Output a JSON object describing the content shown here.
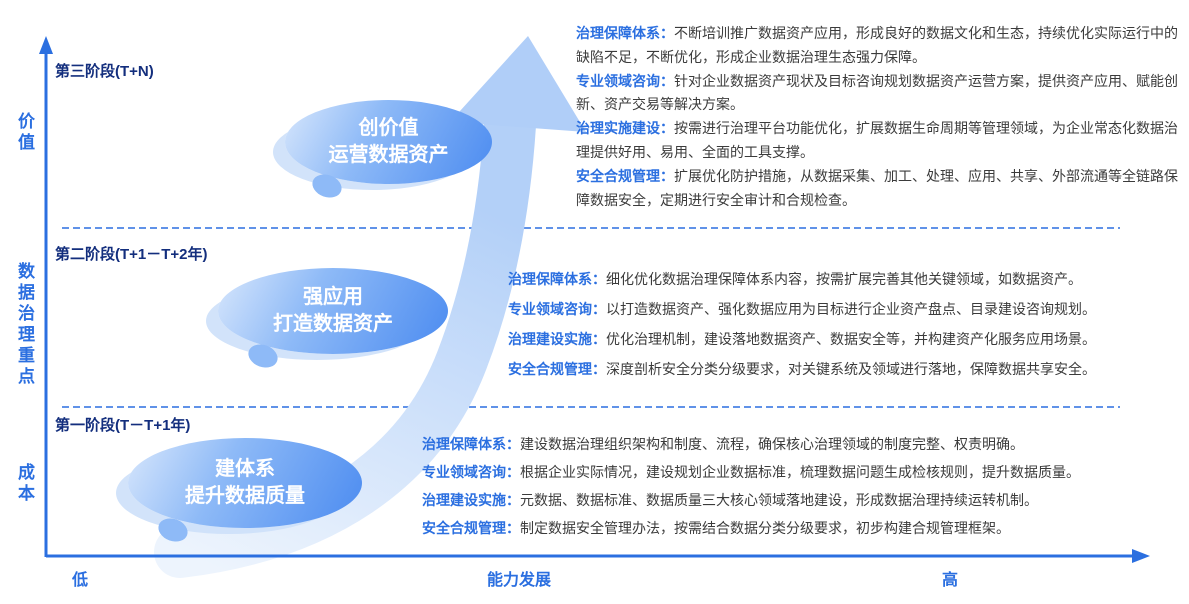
{
  "colors": {
    "accent": "#2b6fe0",
    "stage_label": "#132e7d",
    "body_text": "#3b3b3b",
    "bubble_light": "#d8e7fc",
    "bubble_mid": "#8ebaf7",
    "bubble_deep": "#4b8bf0",
    "arrow_light": "#edf4fd",
    "arrow_deep": "#b3d0f8"
  },
  "axes": {
    "y_axis_labels": [
      {
        "text": "价值"
      },
      {
        "text": "数据治理重点"
      },
      {
        "text": "成本"
      }
    ],
    "x_axis": {
      "low": "低",
      "center": "能力发展",
      "high": "高"
    }
  },
  "stages": [
    {
      "label": "第三阶段(T+N)",
      "bubble": {
        "line1": "创价值",
        "line2": "运营数据资产"
      },
      "items": [
        {
          "label": "治理保障体系：",
          "desc": "不断培训推广数据资产应用，形成良好的数据文化和生态，持续优化实际运行中的缺陷不足，不断优化，形成企业数据治理生态强力保障。"
        },
        {
          "label": "专业领域咨询：",
          "desc": "针对企业数据资产现状及目标咨询规划数据资产运营方案，提供资产应用、赋能创新、资产交易等解决方案。"
        },
        {
          "label": "治理实施建设：",
          "desc": "按需进行治理平台功能优化，扩展数据生命周期等管理领域，为企业常态化数据治理提供好用、易用、全面的工具支撑。"
        },
        {
          "label": "安全合规管理：",
          "desc": "扩展优化防护措施，从数据采集、加工、处理、应用、共享、外部流通等全链路保障数据安全，定期进行安全审计和合规检查。"
        }
      ]
    },
    {
      "label": "第二阶段(T+1－T+2年)",
      "bubble": {
        "line1": "强应用",
        "line2": "打造数据资产"
      },
      "items": [
        {
          "label": "治理保障体系：",
          "desc": "细化优化数据治理保障体系内容，按需扩展完善其他关键领域，如数据资产。"
        },
        {
          "label": "专业领域咨询：",
          "desc": "以打造数据资产、强化数据应用为目标进行企业资产盘点、目录建设咨询规划。"
        },
        {
          "label": "治理建设实施：",
          "desc": "优化治理机制，建设落地数据资产、数据安全等，并构建资产化服务应用场景。"
        },
        {
          "label": "安全合规管理：",
          "desc": "深度剖析安全分类分级要求，对关键系统及领域进行落地，保障数据共享安全。"
        }
      ]
    },
    {
      "label": "第一阶段(T－T+1年)",
      "bubble": {
        "line1": "建体系",
        "line2": "提升数据质量"
      },
      "items": [
        {
          "label": "治理保障体系：",
          "desc": "建设数据治理组织架构和制度、流程，确保核心治理领域的制度完整、权责明确。"
        },
        {
          "label": "专业领域咨询：",
          "desc": "根据企业实际情况，建设规划企业数据标准，梳理数据问题生成检核规则，提升数据质量。"
        },
        {
          "label": "治理建设实施：",
          "desc": "元数据、数据标准、数据质量三大核心领域落地建设，形成数据治理持续运转机制。"
        },
        {
          "label": "安全合规管理：",
          "desc": "制定数据安全管理办法，按需结合数据分类分级要求，初步构建合规管理框架。"
        }
      ]
    }
  ]
}
